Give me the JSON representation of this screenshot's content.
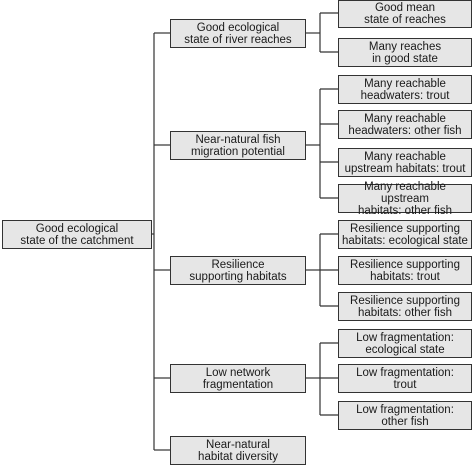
{
  "root": {
    "label": "Good ecological\nstate of the catchment"
  },
  "branches": [
    {
      "label": "Good ecological\nstate of river reaches",
      "leaves": [
        "Good mean\nstate of reaches",
        "Many reaches\nin good state"
      ]
    },
    {
      "label": "Near-natural fish\nmigration potential",
      "leaves": [
        "Many reachable\nheadwaters: trout",
        "Many reachable\nheadwaters: other fish",
        "Many reachable\nupstream habitats: trout",
        "Many reachable upstream\nhabitats: other fish"
      ]
    },
    {
      "label": "Resilience\nsupporting habitats",
      "leaves": [
        "Resilience supporting\nhabitats: ecological state",
        "Resilience supporting\nhabitats: trout",
        "Resilience supporting\nhabitats: other fish"
      ]
    },
    {
      "label": "Low network\nfragmentation",
      "leaves": [
        "Low fragmentation:\necological state",
        "Low fragmentation:\ntrout",
        "Low fragmentation:\nother fish"
      ]
    },
    {
      "label": "Near-natural\nhabitat diversity",
      "leaves": []
    }
  ]
}
